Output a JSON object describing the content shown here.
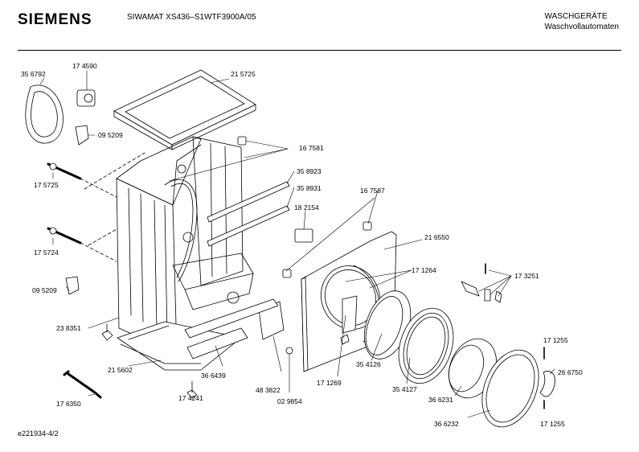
{
  "header": {
    "brand": "SIEMENS",
    "model": "SIWAMAT XS436–S1WTF3900A/05",
    "category_line1": "WASCHGERÄTE",
    "category_line2": "Waschvollautomaten"
  },
  "footer": {
    "drawing_id": "e221934-4/2"
  },
  "parts": [
    {
      "id": "p1",
      "label": "35 6792"
    },
    {
      "id": "p2",
      "label": "17 4590"
    },
    {
      "id": "p3",
      "label": "21 5725"
    },
    {
      "id": "p4",
      "label": "09 5209"
    },
    {
      "id": "p5",
      "label": "16 7581"
    },
    {
      "id": "p6",
      "label": "17 5725"
    },
    {
      "id": "p7",
      "label": "35 8923"
    },
    {
      "id": "p8",
      "label": "35 8931"
    },
    {
      "id": "p9",
      "label": "16 7587"
    },
    {
      "id": "p10",
      "label": "18 2154"
    },
    {
      "id": "p11",
      "label": "21 6550"
    },
    {
      "id": "p12",
      "label": "17 5724"
    },
    {
      "id": "p13",
      "label": "17 1264"
    },
    {
      "id": "p14",
      "label": "17 3251"
    },
    {
      "id": "p15",
      "label": "09 5209"
    },
    {
      "id": "p16",
      "label": "23 8351"
    },
    {
      "id": "p17",
      "label": "35 4126"
    },
    {
      "id": "p18",
      "label": "17 1255"
    },
    {
      "id": "p19",
      "label": "21 5602"
    },
    {
      "id": "p20",
      "label": "36 6439"
    },
    {
      "id": "p21",
      "label": "17 1269"
    },
    {
      "id": "p22",
      "label": "35 4127"
    },
    {
      "id": "p23",
      "label": "26 6750"
    },
    {
      "id": "p24",
      "label": "48 3822"
    },
    {
      "id": "p25",
      "label": "36 6231"
    },
    {
      "id": "p26",
      "label": "17 4241"
    },
    {
      "id": "p27",
      "label": "17 6350"
    },
    {
      "id": "p28",
      "label": "02 9854"
    },
    {
      "id": "p29",
      "label": "36 6232"
    },
    {
      "id": "p30",
      "label": "17 1255"
    }
  ]
}
